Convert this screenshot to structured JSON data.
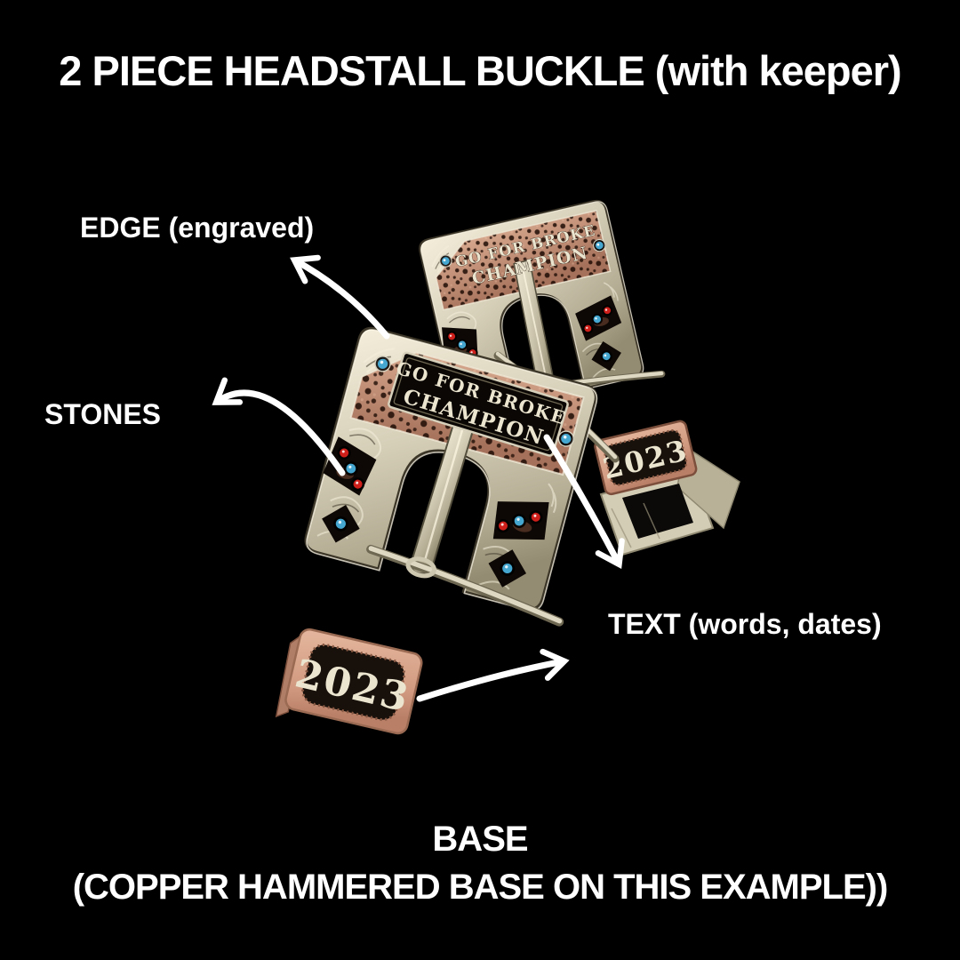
{
  "title": "2 PIECE HEADSTALL BUCKLE (with keeper)",
  "callouts": {
    "edge": {
      "label": "EDGE (engraved)"
    },
    "stones": {
      "label": "STONES"
    },
    "text": {
      "label": "TEXT (words, dates)"
    },
    "base": {
      "line1": "BASE",
      "line2": "(COPPER HAMMERED BASE ON THIS EXAMPLE))"
    }
  },
  "buckle": {
    "banner_line1": "GO FOR BROKE",
    "banner_line2": "CHAMPION",
    "front_tag_year": "2023",
    "keeper_tag_year": "2023"
  },
  "colors": {
    "background": "#000000",
    "label_text": "#ffffff",
    "arrow": "#ffffff",
    "silver": "#cfc8b0",
    "silver_bright": "#f2ecd9",
    "silver_dark": "#8f8871",
    "copper": "#c08d77",
    "copper_light": "#daa98e",
    "tag_copper": "#d7a28a",
    "panel_black": "#0d0805",
    "stone_blue": "#45a6cf",
    "stone_red": "#cf1f1a",
    "engraved_text": "#ebe5cf"
  }
}
